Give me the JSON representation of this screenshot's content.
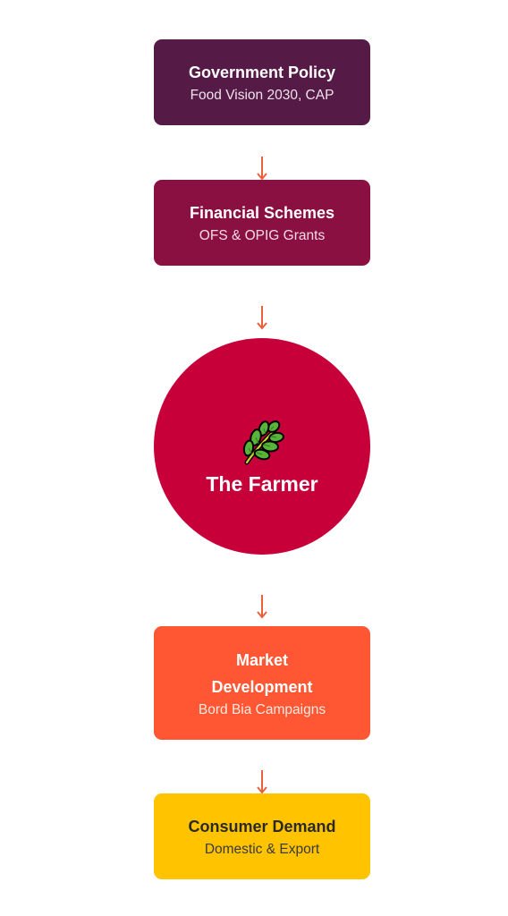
{
  "nodes": {
    "policy": {
      "title": "Government Policy",
      "subtitle": "Food Vision 2030, CAP"
    },
    "schemes": {
      "title": "Financial Schemes",
      "subtitle": "OFS & OPIG Grants"
    },
    "farmer": {
      "title": "The Farmer",
      "icon": "leaf-icon"
    },
    "market": {
      "title": "Market Development",
      "subtitle": "Bord Bia Campaigns"
    },
    "demand": {
      "title": "Consumer Demand",
      "subtitle": "Domestic & Export"
    }
  },
  "colors": {
    "policy": "#561a47",
    "schemes": "#8a1042",
    "farmer": "#c70039",
    "market": "#ff5733",
    "demand": "#ffc300",
    "arrow": "#e8603c"
  }
}
